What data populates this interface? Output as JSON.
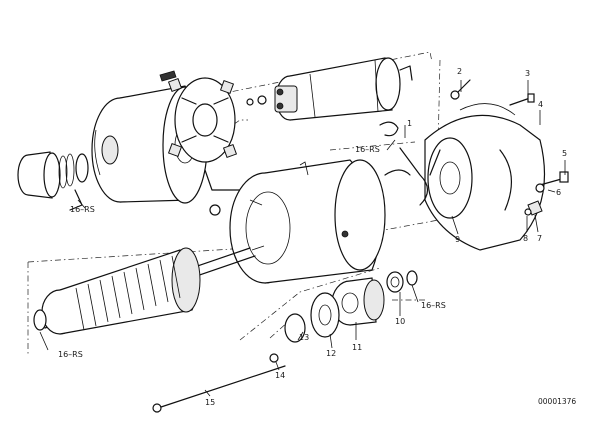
{
  "diagram": {
    "drawing_number": "00001376",
    "callouts": [
      {
        "id": "c1",
        "text": "1"
      },
      {
        "id": "c2",
        "text": "2"
      },
      {
        "id": "c3",
        "text": "3"
      },
      {
        "id": "c4",
        "text": "4"
      },
      {
        "id": "c5",
        "text": "5"
      },
      {
        "id": "c6",
        "text": "6"
      },
      {
        "id": "c7",
        "text": "7"
      },
      {
        "id": "c8",
        "text": "8"
      },
      {
        "id": "c9",
        "text": "9"
      },
      {
        "id": "c10",
        "text": "10"
      },
      {
        "id": "c11",
        "text": "11"
      },
      {
        "id": "c12",
        "text": "12"
      },
      {
        "id": "c13",
        "text": "13"
      },
      {
        "id": "c14",
        "text": "14"
      },
      {
        "id": "c15",
        "text": "15"
      },
      {
        "id": "rs1",
        "text": "16–RS"
      },
      {
        "id": "rs2",
        "text": "16–RS"
      },
      {
        "id": "rs3",
        "text": "16–RS"
      },
      {
        "id": "rs4",
        "text": "16–RS"
      }
    ]
  }
}
